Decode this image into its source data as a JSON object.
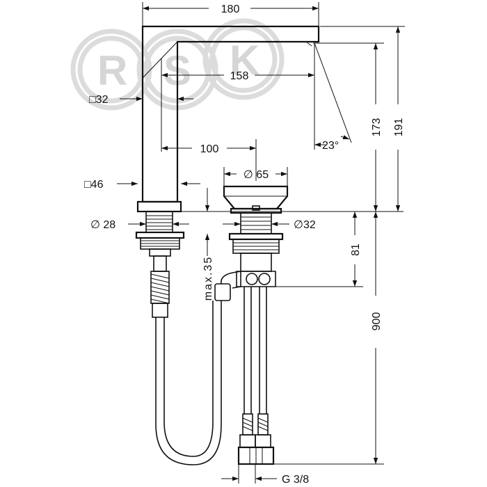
{
  "watermark": {
    "letters": [
      "R",
      "S",
      "K"
    ]
  },
  "dimensions": {
    "spout_width": "180",
    "spout_reach": "158",
    "spout_section": "□32",
    "spout_to_handle_axis": "100",
    "base_square": "□46",
    "handle_diameter": "∅ 65",
    "thread_left": "∅ 28",
    "thread_right": "∅32",
    "spray_angle": "23°",
    "height_173": "173",
    "height_191": "191",
    "depth_81": "81",
    "max_thickness": "max.35",
    "hose_length": "900",
    "connection": "G 3/8"
  }
}
